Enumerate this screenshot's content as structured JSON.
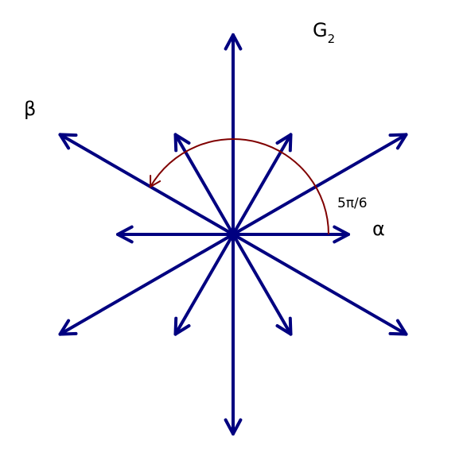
{
  "diagram": {
    "title": {
      "main": "G",
      "subscript": "2"
    },
    "labels": {
      "alpha": "α",
      "beta": "β",
      "angle": "5π/6"
    },
    "angle_between_simple_roots": "5π/6",
    "roots": {
      "short_directions_deg": [
        0,
        60,
        120,
        180,
        240,
        300
      ],
      "long_directions_deg": [
        30,
        90,
        150,
        210,
        270,
        330
      ],
      "short_to_long_length_ratio": "1 : √3"
    },
    "colors": {
      "roots": "#000080",
      "angle_arc": "#800000",
      "text": "#000000"
    }
  }
}
